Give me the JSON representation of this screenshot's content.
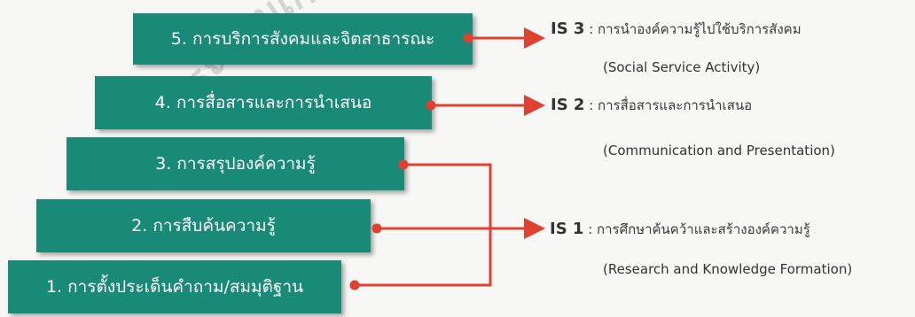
{
  "watermark": {
    "text": "...ระจอมเกล้าเจ้าคุ..."
  },
  "steps": [
    {
      "label": "5. การบริการสังคมและจิตสาธารณะ"
    },
    {
      "label": "4. การสื่อสารและการนำเสนอ"
    },
    {
      "label": "3. การสรุปองค์ความรู้"
    },
    {
      "label": "2. การสืบค้นความรู้"
    },
    {
      "label": "1. การตั้งประเด็นคำถาม/สมมุติฐาน"
    }
  ],
  "outcomes": {
    "is3": {
      "code": "IS 3",
      "sep": " : ",
      "thai": "การนำองค์ความรู้ไปใช้บริการสังคม",
      "english": "(Social Service Activity)"
    },
    "is2": {
      "code": "IS 2",
      "sep": " : ",
      "thai": "การสื่อสารและการนำเสนอ",
      "english": "(Communication and Presentation)"
    },
    "is1": {
      "code": "IS 1",
      "sep": " : ",
      "thai": "การศึกษาค้นคว้าและสร้างองค์ความรู้",
      "english": "(Research and Knowledge Formation)"
    }
  },
  "colors": {
    "step_fill": "#1a8a78",
    "connector": "#e0402f",
    "text": "#333333",
    "watermark": "#d4d4d4"
  }
}
